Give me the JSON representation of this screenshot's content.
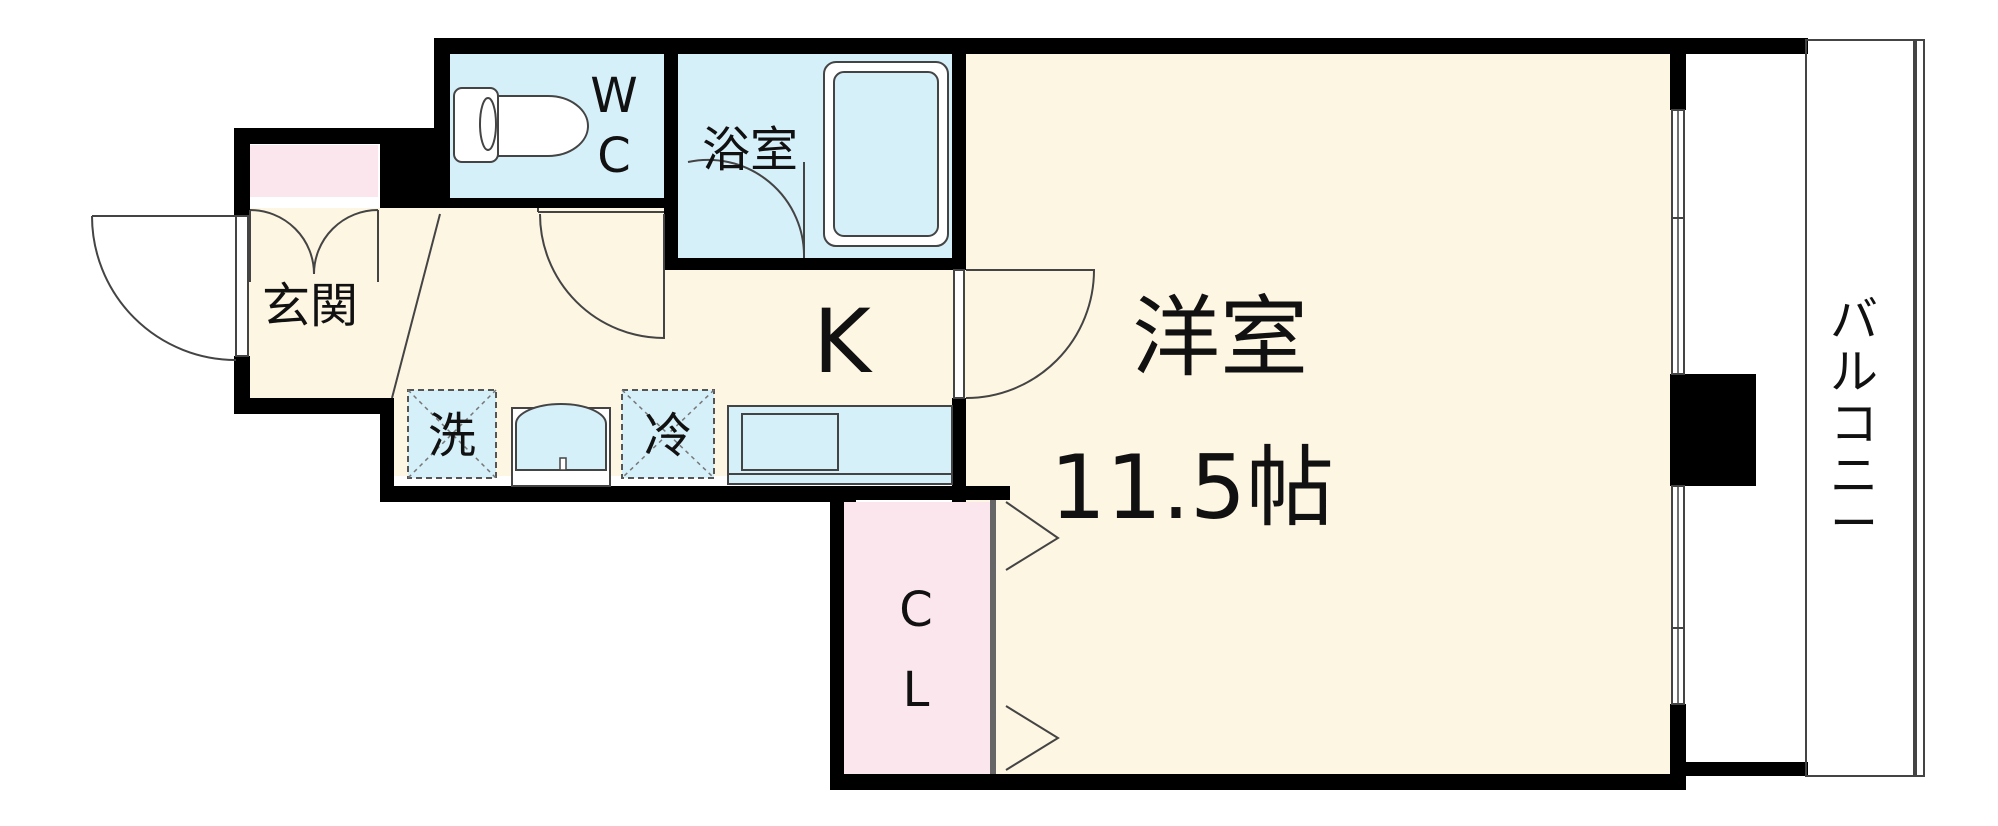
{
  "rooms": {
    "western": {
      "name": "洋室",
      "size": "11.5帖"
    },
    "kitchen": "K",
    "bathroom": "浴室",
    "toilet": [
      "W",
      "C"
    ],
    "entrance": "玄関",
    "closet": [
      "C",
      "L"
    ],
    "washer": "洗",
    "fridge": "冷",
    "balcony": [
      "バ",
      "ル",
      "コ",
      "ニ",
      "ー"
    ]
  },
  "colors": {
    "room": "#fdf6e3",
    "wet": "#d6f0fa",
    "storage": "#fbe6ee",
    "wall": "#000000",
    "background": "#ffffff"
  }
}
